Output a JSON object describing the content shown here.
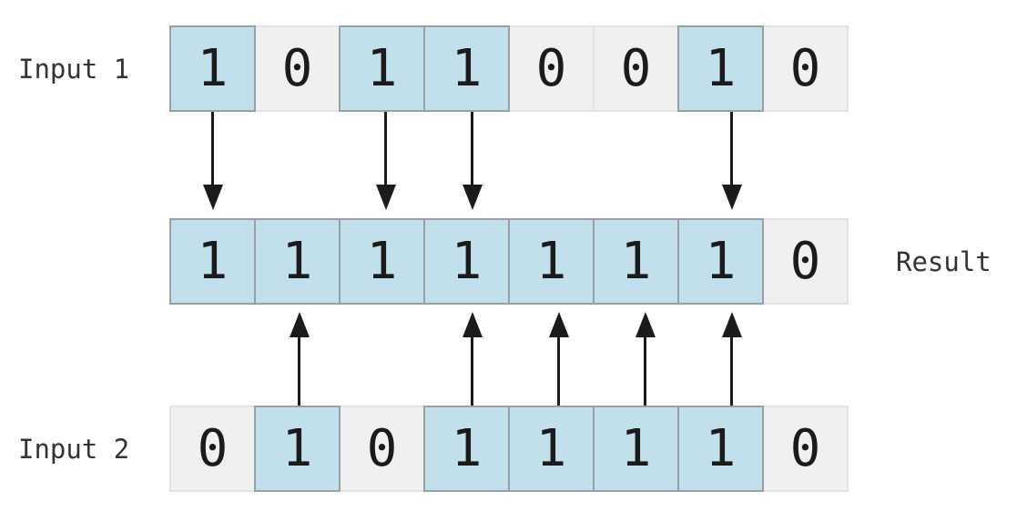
{
  "diagram": {
    "title": "bitwise-or-operation",
    "colors": {
      "background": "#ffffff",
      "one_cell_bg": "#c2e0eb",
      "one_cell_border": "#96a0a5",
      "zero_cell_bg": "#f0f0f0",
      "zero_cell_border": "#e3e3e3",
      "digit_and_arrow": "#1b1b1b",
      "label_text": "#333333"
    },
    "rows": {
      "input1": {
        "label": "Input 1",
        "bits": [
          "1",
          "0",
          "1",
          "1",
          "0",
          "0",
          "1",
          "0"
        ]
      },
      "result": {
        "label": "Result",
        "bits": [
          "1",
          "1",
          "1",
          "1",
          "1",
          "1",
          "1",
          "0"
        ]
      },
      "input2": {
        "label": "Input 2",
        "bits": [
          "0",
          "1",
          "0",
          "1",
          "1",
          "1",
          "1",
          "0"
        ]
      }
    },
    "arrows": {
      "down_from_input1_indices": [
        0,
        2,
        3,
        6
      ],
      "up_from_input2_indices": [
        1,
        3,
        4,
        5,
        6
      ]
    }
  }
}
